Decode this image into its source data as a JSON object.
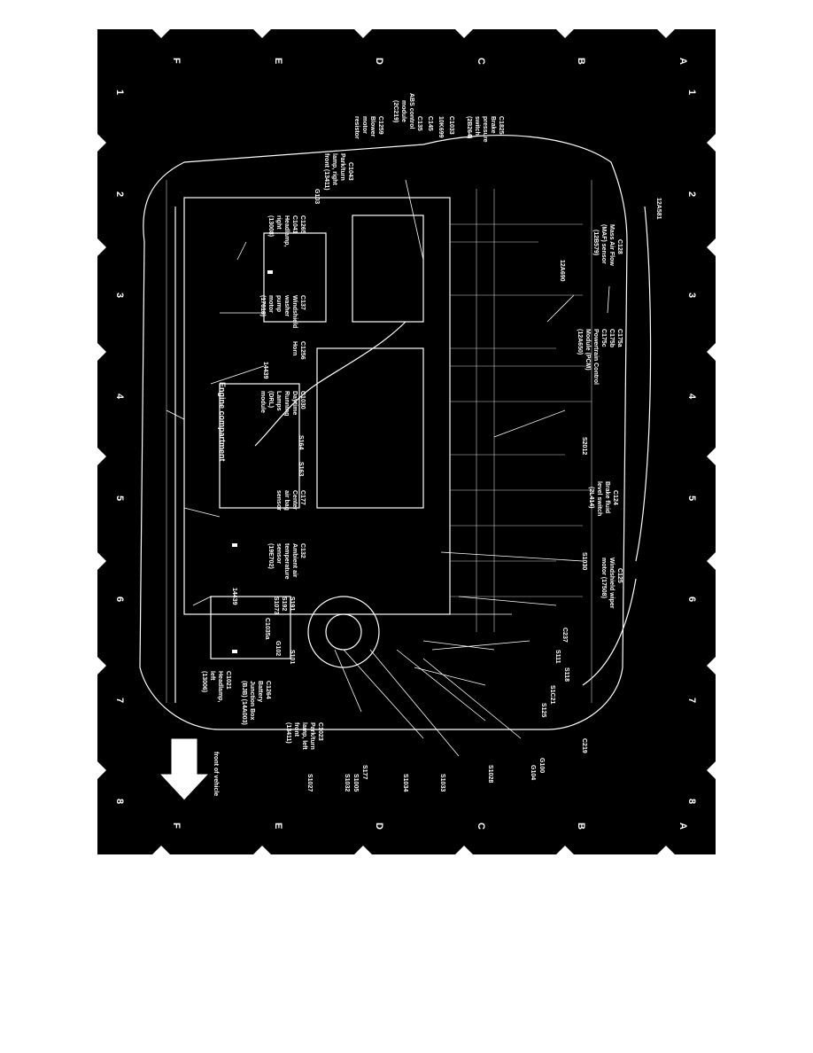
{
  "diagram": {
    "title": "Engine compartment",
    "orientation_note": "",
    "grid_numbers": [
      "1",
      "2",
      "3",
      "4",
      "5",
      "6",
      "7",
      "8"
    ],
    "grid_letters": [
      "A",
      "B",
      "C",
      "D",
      "E",
      "F"
    ],
    "front_label": "front of vehicle",
    "colors": {
      "background": "#000000",
      "foreground": "#ffffff",
      "page": "#ffffff"
    },
    "labels": {
      "c128": "C128",
      "maf": "Mass Air Flow",
      "maf2": "(MAF) sensor",
      "maf3": "(12B579)",
      "a12a581": "12A581",
      "a12a690": "12A690",
      "c175": "C175a",
      "c175b": "C175b",
      "c175c": "C175c",
      "pcm": "Powertrain Control",
      "pcm2": "Module (PCM)",
      "pcm3": "(12A650)",
      "s2012": "S2012",
      "c124": "C124",
      "bfl": "Brake fluid",
      "bfl2": "level switch",
      "bfl3": "(2L414)",
      "c125": "C125",
      "wwm": "Windshield wiper",
      "wwm2": "motor (17508)",
      "s1030": "S1030",
      "c237": "C237",
      "s111": "S111",
      "s118": "S118",
      "s1c21": "S1C21",
      "s125": "S125",
      "c219": "C219",
      "g100": "G100",
      "g104": "G104",
      "s1028": "S1028",
      "s1033": "S1033",
      "s1034": "S1034",
      "s177": "S177",
      "s1005": "S1005",
      "s1032": "S1032",
      "s1027": "S1027",
      "c1023": "C1023",
      "ptl": "Park/turn",
      "ptl2": "lamp, left",
      "ptl3": "front",
      "ptl4": "(13411)",
      "c1264": "C1264",
      "bjb": "Battery",
      "bjb2": "Junction Box",
      "bjb3": "(BJB) (14A003)",
      "c1021": "C1021",
      "hl": "Headlamp,",
      "hl2": "left",
      "hl3": "(13006)",
      "c1825": "C1825",
      "bps": "Brake",
      "bps2": "pressure",
      "bps3": "switch",
      "bps4": "(2B264)",
      "c1033": "C1033",
      "k699": "10K699",
      "c145": "C145",
      "c135": "C135",
      "abs": "ABS control",
      "abs2": "module",
      "abs3": "(2C219)",
      "c1259": "C1259",
      "blower": "Blower",
      "blower2": "motor",
      "blower3": "resistor",
      "c1043": "C1043",
      "ptr": "Park/turn",
      "ptr2": "lamp, right",
      "ptr3": "front (13411)",
      "g103": "G103",
      "c1265": "C1265",
      "c1041": "C1041",
      "hr": "Headlamp,",
      "hr2": "right",
      "hr3": "(13008)",
      "c137": "C137",
      "wwp": "Windshield",
      "wwp2": "washer",
      "wwp3": "pump",
      "wwp4": "motor",
      "wwp5": "(17618)",
      "c1256": "C1256",
      "horn": "Horn",
      "a14439": "14439",
      "c1030": "C1030",
      "drl": "Daytime",
      "drl2": "Running",
      "drl3": "Lamps",
      "drl4": "(DRL)",
      "drl5": "module",
      "s164": "S164",
      "s163": "S163",
      "c177": "C177",
      "cab": "Center",
      "cab2": "air bag",
      "cab3": "sensor",
      "c132": "C132",
      "aat": "Ambient air",
      "aat2": "temperature",
      "aat3": "sensor",
      "aat4": "(19E702)",
      "b14439": "14439",
      "s191": "S191",
      "s192": "S192",
      "s1073": "S1073",
      "c1035a": "C1035a",
      "g102": "G102",
      "s101": "S101"
    }
  }
}
